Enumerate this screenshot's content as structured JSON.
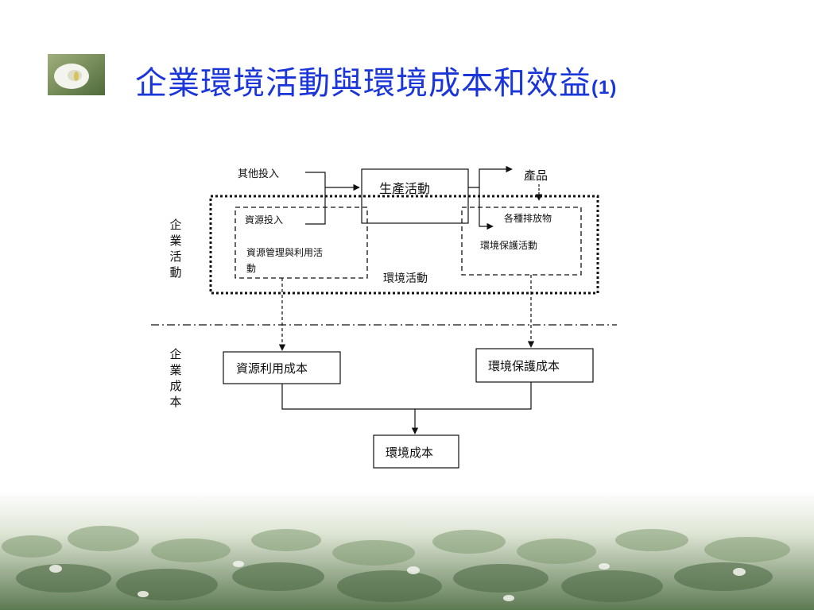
{
  "slide": {
    "title": "企業環境活動與環境成本和效益",
    "title_suffix": "(1)",
    "title_color": "#1a35d8"
  },
  "diagram": {
    "other_inputs": "其他投入",
    "resource_input": "資源投入",
    "production": "生產活動",
    "product": "產品",
    "emissions": "各種排放物",
    "resource_mgmt_line1": "資源管理與利用活",
    "resource_mgmt_line2": "動",
    "env_protection_activity": "環境保護活動",
    "env_activity": "環境活動",
    "enterprise_activity": [
      "企",
      "業",
      "活",
      "動"
    ],
    "enterprise_cost": [
      "企",
      "業",
      "成",
      "本"
    ],
    "resource_cost": "資源利用成本",
    "env_protection_cost": "環境保護成本",
    "env_cost": "環境成本"
  }
}
